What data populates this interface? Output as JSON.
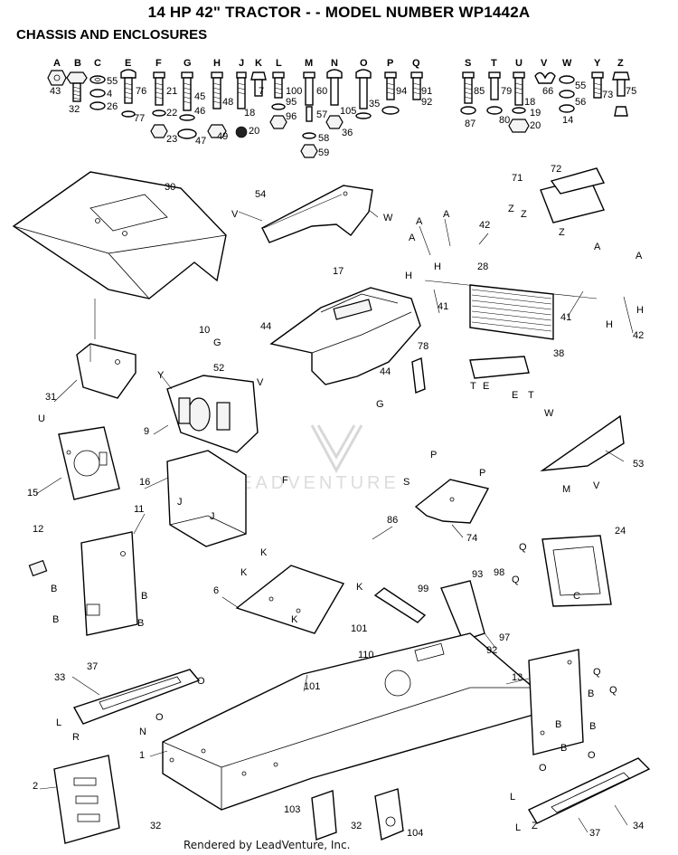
{
  "title": "14 HP 42\" TRACTOR - - MODEL NUMBER WP1442A",
  "subtitle": "CHASSIS AND ENCLOSURES",
  "footer": "Rendered by LeadVenture, Inc.",
  "watermark": "LEADVENTURE",
  "hardware_letters": [
    "A",
    "B",
    "C",
    "E",
    "F",
    "G",
    "H",
    "J",
    "K",
    "L",
    "M",
    "N",
    "O",
    "P",
    "Q",
    "S",
    "T",
    "U",
    "V",
    "W",
    "Y",
    "Z"
  ],
  "hardware_numbers": [
    "43",
    "32",
    "55",
    "4",
    "26",
    "76",
    "21",
    "77",
    "22",
    "45",
    "46",
    "23",
    "47",
    "48",
    "49",
    "7",
    "18",
    "20",
    "100",
    "95",
    "96",
    "57",
    "58",
    "59",
    "60",
    "105",
    "36",
    "35",
    "94",
    "91",
    "92",
    "85",
    "79",
    "87",
    "80",
    "18",
    "19",
    "20",
    "66",
    "55",
    "56",
    "14",
    "73",
    "75"
  ],
  "callouts": [
    "30",
    "54",
    "17",
    "71",
    "72",
    "42",
    "28",
    "41",
    "41",
    "42",
    "10",
    "44",
    "52",
    "44",
    "78",
    "38",
    "31",
    "9",
    "53",
    "15",
    "16",
    "86",
    "74",
    "12",
    "11",
    "24",
    "6",
    "99",
    "93",
    "98",
    "97",
    "92",
    "101",
    "110",
    "101",
    "33",
    "37",
    "13",
    "1",
    "2",
    "32",
    "103",
    "32",
    "104",
    "37",
    "34"
  ],
  "reference_letters": [
    "V",
    "W",
    "A",
    "A",
    "A",
    "H",
    "H",
    "A",
    "A",
    "H",
    "H",
    "G",
    "Y",
    "V",
    "G",
    "T",
    "E",
    "E",
    "T",
    "U",
    "F",
    "W",
    "J",
    "J",
    "K",
    "K",
    "K",
    "K",
    "P",
    "P",
    "S",
    "M",
    "V",
    "Q",
    "Q",
    "C",
    "B",
    "B",
    "B",
    "B",
    "O",
    "O",
    "L",
    "R",
    "N",
    "Q",
    "Q",
    "B",
    "B",
    "B",
    "B",
    "O",
    "O",
    "L",
    "L",
    "Z",
    "Z",
    "Z",
    "Z"
  ]
}
